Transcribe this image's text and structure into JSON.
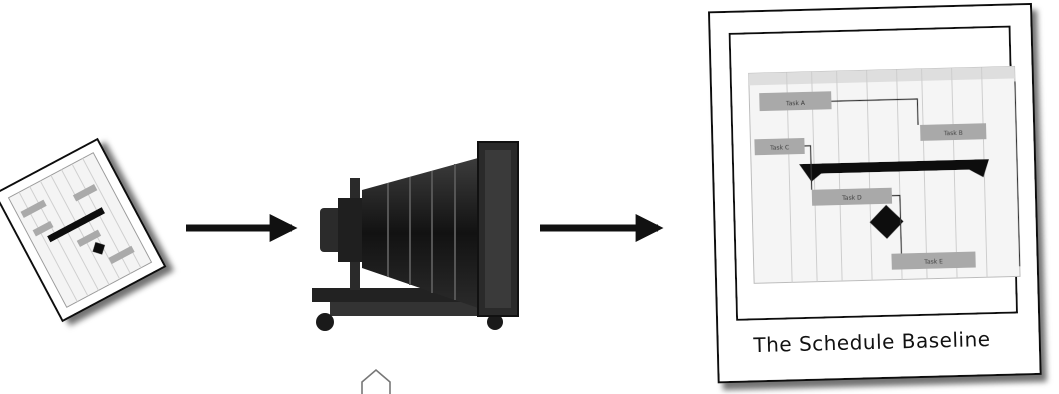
{
  "caption": "The Schedule Baseline",
  "large_chart_tasks": [
    "Task A",
    "Task B",
    "Task C",
    "Task D",
    "Task E"
  ],
  "colors": {
    "ink": "#111111",
    "bar": "#a9a9a9",
    "grid": "#e3e3e3",
    "frame": "#ffffff"
  },
  "icons": [
    "small-schedule-snapshot-icon",
    "arrow-right-icon",
    "camera-icon",
    "cursor-icon"
  ]
}
